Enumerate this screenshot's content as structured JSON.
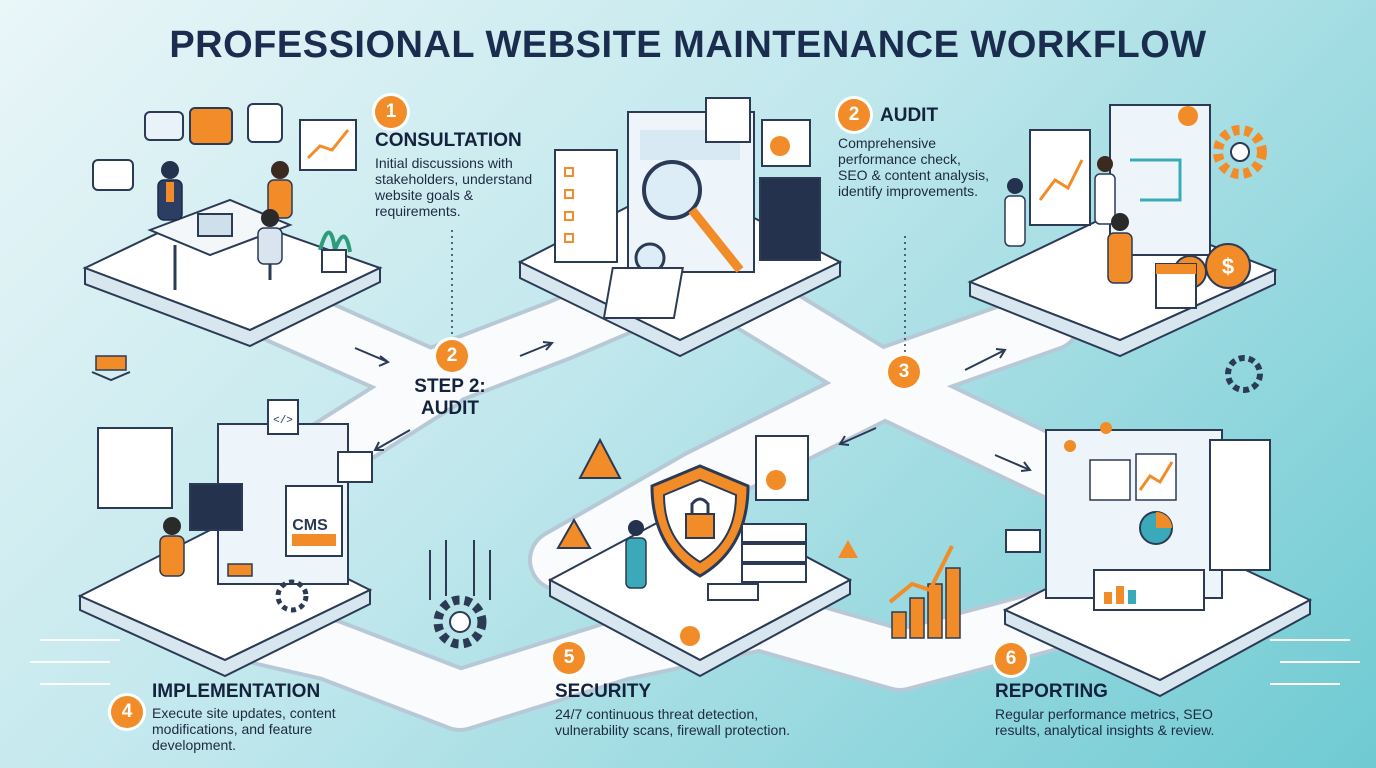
{
  "title": "PROFESSIONAL WEBSITE MAINTENANCE WORKFLOW",
  "colors": {
    "accent": "#f28c28",
    "navy": "#1b2d4f",
    "teal": "#6fcad2"
  },
  "road_label": {
    "line1": "STEP 2:",
    "line2": "AUDIT"
  },
  "road_badges": [
    "2",
    "3"
  ],
  "steps": [
    {
      "number": "1",
      "title": "CONSULTATION",
      "lines": [
        "Initial discussions with",
        "stakeholders, understand",
        "website goals &",
        "requirements."
      ]
    },
    {
      "number": "2",
      "title": "AUDIT",
      "lines": [
        "Comprehensive",
        "performance check,",
        "SEO & content analysis,",
        "identify improvements."
      ]
    },
    {
      "number": "4",
      "title": "IMPLEMENTATION",
      "lines": [
        "Execute site updates, content",
        "modifications, and feature",
        "development."
      ]
    },
    {
      "number": "5",
      "title": "SECURITY",
      "lines": [
        "24/7 continuous threat detection,",
        "vulnerability scans, firewall protection."
      ]
    },
    {
      "number": "6",
      "title": "REPORTING",
      "lines": [
        "Regular performance metrics, SEO",
        "results, analytical insights & review."
      ]
    }
  ],
  "labels": {
    "cms": "CMS",
    "code_tag": "</>"
  },
  "icons": [
    "chat-bubble-icon",
    "magnifier-icon",
    "gear-icon",
    "money-bag-icon",
    "shield-lock-icon",
    "warning-icon",
    "server-icon",
    "bar-chart-icon",
    "pie-chart-icon",
    "calendar-icon"
  ]
}
